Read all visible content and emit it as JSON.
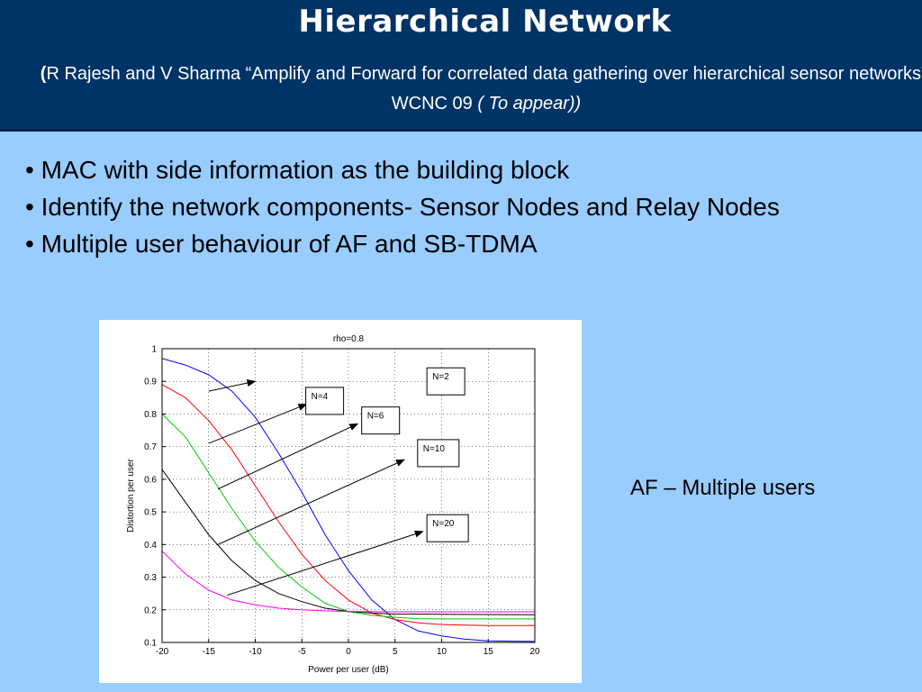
{
  "header": {
    "title": "Hierarchical Network",
    "citation_open": "(",
    "citation_text": "R Rajesh and V Sharma “Amplify and Forward for correlated data gathering over hierarchical sensor networks”, WCNC 09 ",
    "citation_note": "( To appear))"
  },
  "bullets": [
    "•  MAC with side information as the building block",
    "• Identify the network components- Sensor Nodes and Relay Nodes",
    "• Multiple user behaviour of AF and SB-TDMA"
  ],
  "side_label": "AF – Multiple users",
  "colors": {
    "header_bg": "#003366",
    "slide_bg": "#99ccff"
  },
  "chart_data": {
    "type": "line",
    "title": "rho=0.8",
    "xlabel": "Power per user (dB)",
    "ylabel": "Distortion per user",
    "xlim": [
      -20,
      20
    ],
    "ylim": [
      0.1,
      1
    ],
    "xticks": [
      -20,
      -15,
      -10,
      -5,
      0,
      5,
      10,
      15,
      20
    ],
    "yticks": [
      0.1,
      0.2,
      0.3,
      0.4,
      0.5,
      0.6,
      0.7,
      0.8,
      0.9,
      1
    ],
    "grid": true,
    "series": [
      {
        "color": "#0000ff",
        "points": [
          [
            -20,
            0.97
          ],
          [
            -17.5,
            0.95
          ],
          [
            -15,
            0.92
          ],
          [
            -12.5,
            0.87
          ],
          [
            -10,
            0.79
          ],
          [
            -7.5,
            0.68
          ],
          [
            -5,
            0.56
          ],
          [
            -2.5,
            0.43
          ],
          [
            0,
            0.32
          ],
          [
            2.5,
            0.23
          ],
          [
            5,
            0.17
          ],
          [
            7.5,
            0.135
          ],
          [
            10,
            0.12
          ],
          [
            12.5,
            0.11
          ],
          [
            15,
            0.105
          ],
          [
            17.5,
            0.104
          ],
          [
            20,
            0.103
          ]
        ]
      },
      {
        "color": "#ff0000",
        "points": [
          [
            -20,
            0.89
          ],
          [
            -17.5,
            0.85
          ],
          [
            -15,
            0.78
          ],
          [
            -12.5,
            0.69
          ],
          [
            -10,
            0.58
          ],
          [
            -7.5,
            0.47
          ],
          [
            -5,
            0.37
          ],
          [
            -2.5,
            0.29
          ],
          [
            0,
            0.23
          ],
          [
            2.5,
            0.19
          ],
          [
            5,
            0.17
          ],
          [
            7.5,
            0.16
          ],
          [
            10,
            0.155
          ],
          [
            12.5,
            0.153
          ],
          [
            15,
            0.152
          ],
          [
            20,
            0.152
          ]
        ]
      },
      {
        "color": "#00cc00",
        "points": [
          [
            -20,
            0.8
          ],
          [
            -17.5,
            0.73
          ],
          [
            -15,
            0.62
          ],
          [
            -12.5,
            0.51
          ],
          [
            -10,
            0.41
          ],
          [
            -7.5,
            0.33
          ],
          [
            -5,
            0.27
          ],
          [
            -2.5,
            0.22
          ],
          [
            0,
            0.195
          ],
          [
            2.5,
            0.183
          ],
          [
            5,
            0.177
          ],
          [
            7.5,
            0.173
          ],
          [
            10,
            0.172
          ],
          [
            20,
            0.172
          ]
        ]
      },
      {
        "color": "#000000",
        "points": [
          [
            -20,
            0.63
          ],
          [
            -17.5,
            0.53
          ],
          [
            -15,
            0.43
          ],
          [
            -12.5,
            0.35
          ],
          [
            -10,
            0.29
          ],
          [
            -7.5,
            0.25
          ],
          [
            -5,
            0.225
          ],
          [
            -2.5,
            0.205
          ],
          [
            0,
            0.195
          ],
          [
            2.5,
            0.19
          ],
          [
            5,
            0.187
          ],
          [
            10,
            0.186
          ],
          [
            20,
            0.185
          ]
        ]
      },
      {
        "color": "#ff00ff",
        "points": [
          [
            -20,
            0.38
          ],
          [
            -17.5,
            0.31
          ],
          [
            -15,
            0.26
          ],
          [
            -12.5,
            0.23
          ],
          [
            -10,
            0.215
          ],
          [
            -7.5,
            0.205
          ],
          [
            -5,
            0.2
          ],
          [
            -2.5,
            0.197
          ],
          [
            0,
            0.195
          ],
          [
            5,
            0.194
          ],
          [
            20,
            0.194
          ]
        ]
      }
    ],
    "annotations": [
      {
        "label": "N=2",
        "box": [
          9,
          0.9
        ],
        "arrow_from": [
          -15,
          0.87
        ],
        "arrow_to": [
          -10,
          0.9
        ]
      },
      {
        "label": "N=4",
        "box": [
          -4,
          0.84
        ],
        "arrow_from": [
          -15,
          0.71
        ],
        "arrow_to": [
          -4.5,
          0.83
        ]
      },
      {
        "label": "N=6",
        "box": [
          2,
          0.78
        ],
        "arrow_from": [
          -14,
          0.57
        ],
        "arrow_to": [
          1,
          0.77
        ]
      },
      {
        "label": "N=10",
        "box": [
          8,
          0.68
        ],
        "arrow_from": [
          -14,
          0.4
        ],
        "arrow_to": [
          6,
          0.66
        ]
      },
      {
        "label": "N=20",
        "box": [
          9,
          0.45
        ],
        "arrow_from": [
          -13,
          0.245
        ],
        "arrow_to": [
          8,
          0.44
        ]
      }
    ]
  }
}
